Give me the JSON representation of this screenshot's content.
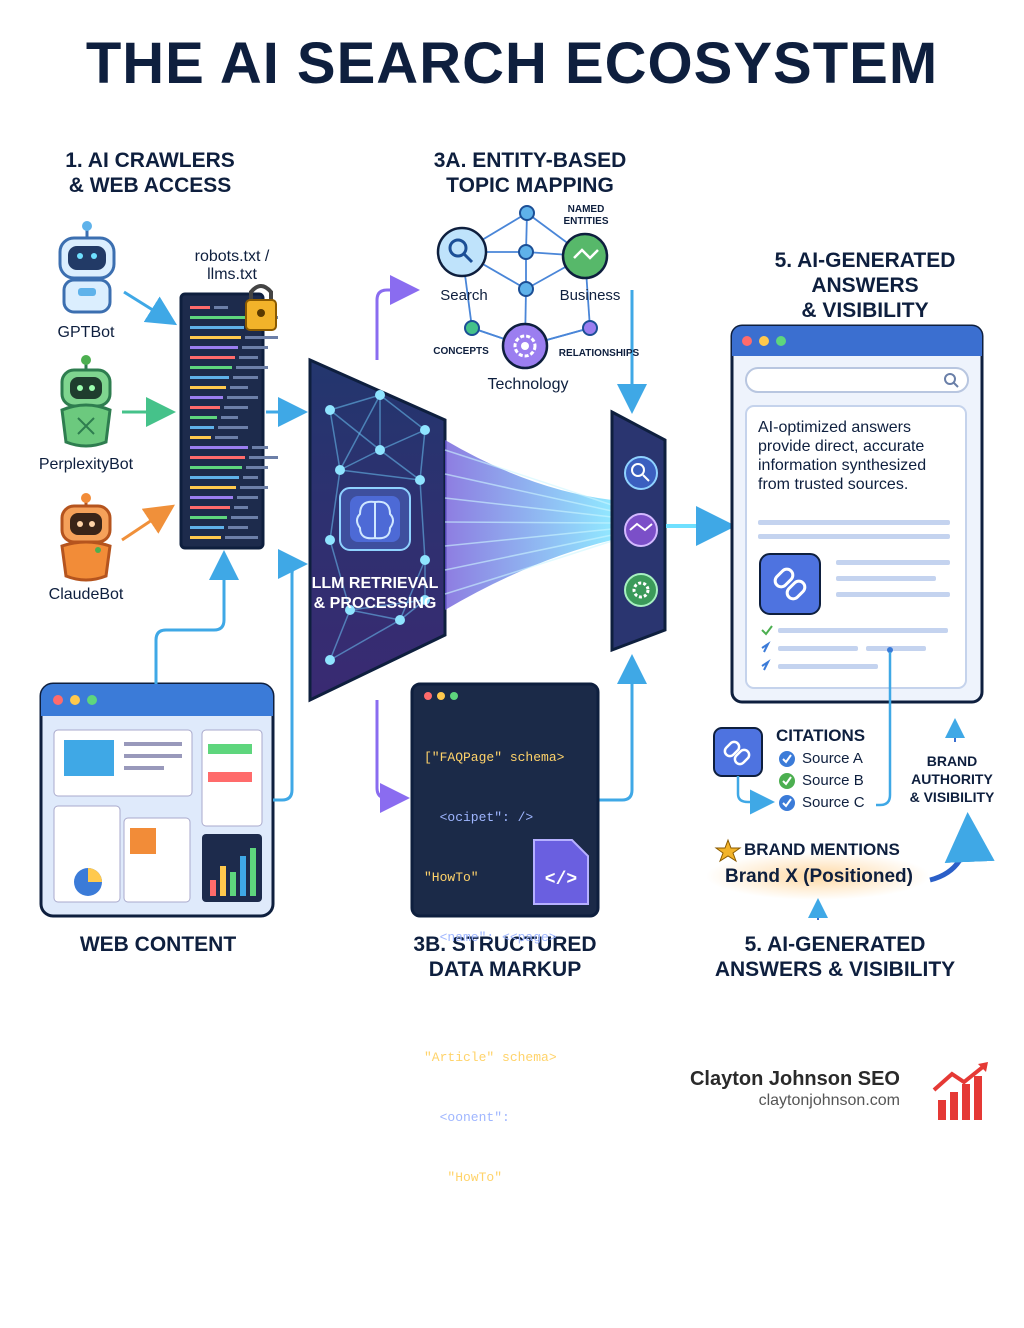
{
  "title": "THE AI SEARCH ECOSYSTEM",
  "sections": {
    "crawlers": [
      "1. AI CRAWLERS",
      "& WEB ACCESS"
    ],
    "entity": [
      "3A. ENTITY-BASED",
      "TOPIC MAPPING"
    ],
    "answers_top": [
      "5. AI-GENERATED",
      "ANSWERS",
      "& VISIBILITY"
    ],
    "web_content": "WEB CONTENT",
    "structured": [
      "3B. STRUCTURED",
      "DATA MARKUP"
    ],
    "answers_bottom": [
      "5. AI-GENERATED",
      "ANSWERS & VISIBILITY"
    ]
  },
  "bots": [
    "GPTBot",
    "PerplexityBot",
    "ClaudeBot"
  ],
  "robots_label": [
    "robots.txt /",
    "llms.txt"
  ],
  "llm_label": [
    "LLM RETRIEVAL",
    "& PROCESSING"
  ],
  "entity_nodes": {
    "named_entities": [
      "NAMED",
      "ENTITIES"
    ],
    "search": "Search",
    "business": "Business",
    "concepts": "CONCEPTS",
    "relationships": "RELATIONSHIPS",
    "technology": "Technology"
  },
  "code_lines": [
    "[\"FAQPage\" schema>",
    "  <ocipet\": />",
    "\"HowTo\"",
    "  <name\": <<page>",
    "{  ...             }",
    "\"Article\" schema>",
    "  <oonent\":",
    "   \"HowTo\"",
    "  ...",
    "}"
  ],
  "answer_text": "AI-optimized answers provide direct, accurate information synthesized from trusted sources.",
  "citations": {
    "heading": "CITATIONS",
    "items": [
      "Source A",
      "Source B",
      "Source C"
    ]
  },
  "brand_authority": [
    "BRAND",
    "AUTHORITY",
    "& VISIBILITY"
  ],
  "brand_mentions": "BRAND MENTIONS",
  "brand_positioned": "Brand X (Positioned)",
  "footer": {
    "name": "Clayton Johnson SEO",
    "site": "claytonjohnson.com"
  },
  "colors": {
    "navy": "#0e1f3e",
    "blue": "#3b7bd8",
    "cyan": "#4fc3f7",
    "purple": "#8a6cf0",
    "green": "#4caf50",
    "orange": "#f28c38",
    "red": "#e53935"
  }
}
